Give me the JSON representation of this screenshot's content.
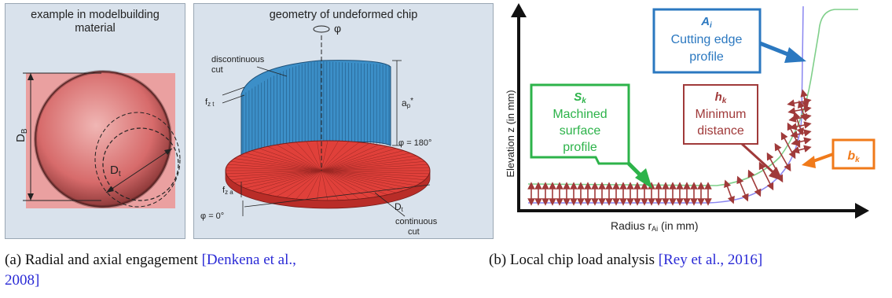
{
  "panel_left": {
    "title_line1": "example in modelbuilding",
    "title_line2": "material",
    "label_db": "D",
    "label_db_sub": "B",
    "label_dt": "D",
    "label_dt_sub": "t"
  },
  "panel_middle": {
    "title": "geometry of undeformed chip",
    "phi": "φ",
    "discontinuous_1": "discontinuous",
    "discontinuous_2": "cut",
    "fz_t": "f",
    "fz_t_sub": "z t",
    "ap": "a",
    "ap_sub": "p",
    "ap_sup": "*",
    "phi_180": "φ = 180°",
    "fz_a": "f",
    "fz_a_sub": "z a",
    "phi_0": "φ = 0°",
    "dt": "D",
    "dt_sub": "t",
    "continuous_1": "continuous",
    "continuous_2": "cut"
  },
  "panel_right": {
    "ai_symbol": "A",
    "ai_sub": "i",
    "ai_line1": "Cutting edge",
    "ai_line2": "profile",
    "sk_symbol": "S",
    "sk_sub": "k",
    "sk_line1": "Machined",
    "sk_line2": "surface",
    "sk_line3": "profile",
    "hk_symbol": "h",
    "hk_sub": "k",
    "hk_line1": "Minimum",
    "hk_line2": "distance",
    "bk_symbol": "b",
    "bk_sub": "k",
    "y_axis": "Elevation z (in mm)",
    "x_axis_1": "Radius r",
    "x_axis_sub": "Ai",
    "x_axis_2": " (in mm)"
  },
  "captions": {
    "a_text": "(a) Radial and axial engagement ",
    "a_cite_1": "[Denkena et al.,",
    "a_cite_2": "2008]",
    "b_text": "(b) Local chip load analysis ",
    "b_cite": "[Rey et al., 2016]"
  },
  "colors": {
    "panel_bg": "#d9e2ec",
    "chip_blue": "#3c8fc8",
    "chip_red": "#e0403a",
    "green": "#2db34a",
    "blue_label": "#2b78c0",
    "dark_red": "#a03a3a",
    "orange": "#f07a1a",
    "cite": "#2a2ad6"
  }
}
